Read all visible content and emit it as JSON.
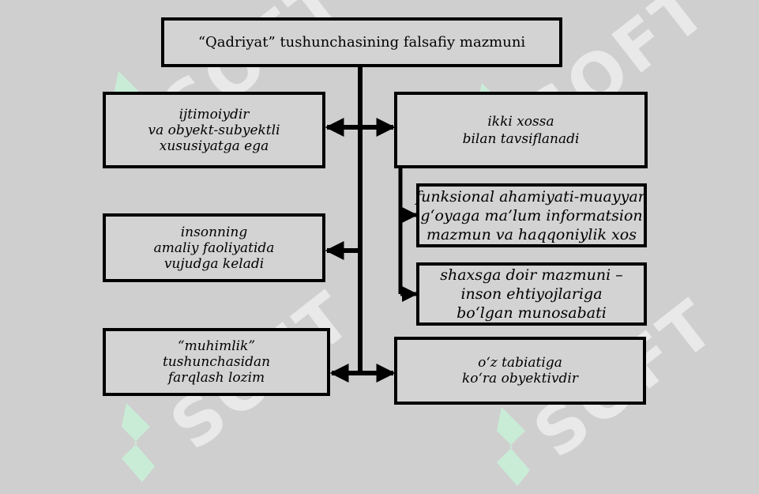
{
  "diagram": {
    "title": "“Qadriyat” tushunchasining falsafiy mazmuni",
    "left_boxes": [
      "ijtimoiydir\nva obyekt-subyektli\nxususiyatga ega",
      "insonning\namaliy faoliyatida\nvujudga keladi",
      "“muhimlik”\ntushunchasidan\nfarqlash lozim"
    ],
    "right_boxes": [
      "ikki xossa\nbilan tavsiflanadi",
      "o‘z tabiatiga\nko‘ra obyektivdir"
    ],
    "sub_boxes": [
      "funksional ahamiyati-muayyan\ng‘oyaga ma’lum informatsion\nmazmun va haqqoniylik xos",
      "shaxsga doir mazmuni –\ninson ehtiyojlariga\nbo‘lgan munosabati"
    ]
  },
  "watermark": {
    "text": "SOFT"
  },
  "colors": {
    "background": "#cfcfcf",
    "border": "#000000",
    "watermark_mark": "#c9f2d9"
  }
}
